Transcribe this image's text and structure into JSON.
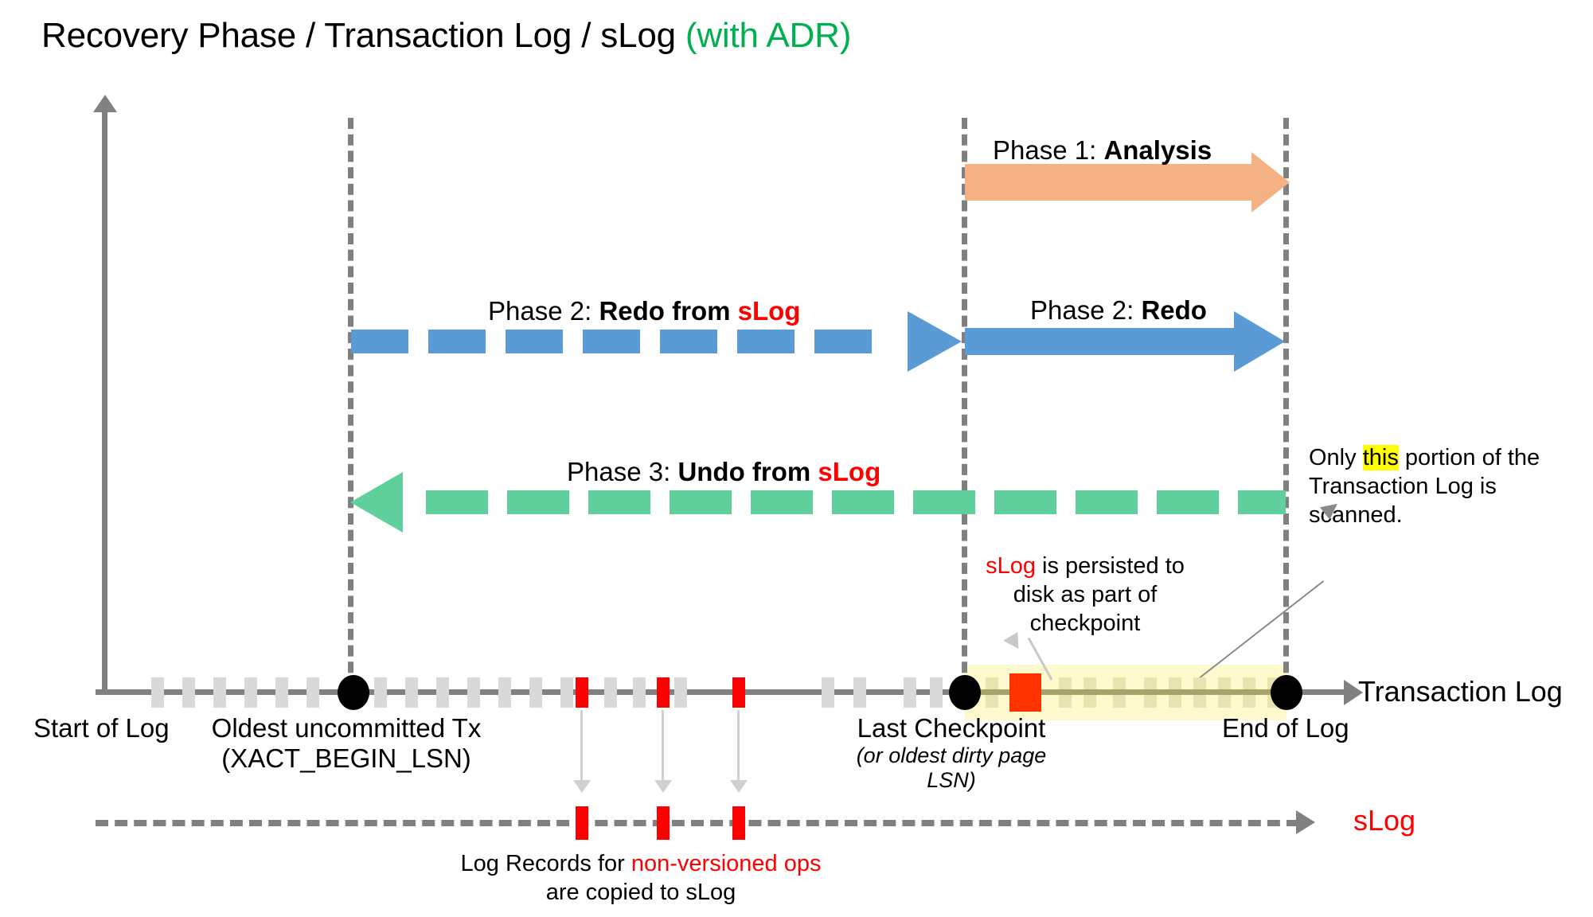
{
  "title": {
    "main": "Recovery Phase / Transaction Log / sLog ",
    "suffix": "(with ADR)"
  },
  "colors": {
    "adr_green": "#00B050",
    "analysis_orange": "#F4B183",
    "redo_blue": "#5B9BD5",
    "undo_green": "#5FCF9B",
    "slog_red": "#FF0000",
    "highlight_yellow": "#FFFACD",
    "this_highlight": "#FFFF00",
    "axis_gray": "#808080",
    "log_record_gray": "#D9D9D9"
  },
  "phases": [
    {
      "id": "analysis",
      "prefix": "Phase 1: ",
      "bold": "Analysis",
      "suffix": "",
      "style": "solid",
      "direction": "right",
      "color": "#F4B183",
      "from": "last-checkpoint",
      "to": "end-of-log"
    },
    {
      "id": "redo-from-slog",
      "prefix": "Phase 2: ",
      "bold": "Redo from ",
      "suffix": "sLog",
      "style": "dashed",
      "direction": "right",
      "color": "#5B9BD5",
      "from": "oldest-uncommitted-tx",
      "to": "last-checkpoint"
    },
    {
      "id": "redo",
      "prefix": "Phase 2: ",
      "bold": "Redo",
      "suffix": "",
      "style": "solid",
      "direction": "right",
      "color": "#5B9BD5",
      "from": "last-checkpoint",
      "to": "end-of-log"
    },
    {
      "id": "undo-from-slog",
      "prefix": "Phase 3: ",
      "bold": "Undo from ",
      "suffix": "sLog",
      "style": "dashed",
      "direction": "left",
      "color": "#5FCF9B",
      "from": "end-of-log",
      "to": "oldest-uncommitted-tx"
    }
  ],
  "axis_labels": {
    "start_of_log": "Start of Log",
    "oldest_tx_line1": "Oldest uncommitted Tx",
    "oldest_tx_line2": "(XACT_BEGIN_LSN)",
    "last_checkpoint": "Last Checkpoint",
    "last_checkpoint_sub_line1": "(or oldest dirty page",
    "last_checkpoint_sub_line2": "LSN)",
    "end_of_log": "End of Log",
    "transaction_log": "Transaction Log",
    "slog": "sLog"
  },
  "notes": {
    "checkpoint_note": {
      "red_word": "sLog",
      "line1_rest": " is persisted to",
      "line2": "disk as part of",
      "line3": "checkpoint"
    },
    "scan_note": {
      "line1_pre": "Only ",
      "line1_hl": "this",
      "line1_post": " portion of the",
      "line2": "Transaction Log is scanned."
    },
    "copy_note": {
      "line1_pre": "Log Records for ",
      "line1_red": "non-versioned ops",
      "line2": "are copied to sLog"
    }
  },
  "log_marks": {
    "gray_ticks_x": [
      190,
      229,
      268,
      307,
      346,
      385,
      470,
      509,
      548,
      587,
      626,
      665,
      704,
      782,
      856,
      928,
      1010,
      1049,
      1088,
      1127,
      1166
    ],
    "red_ticks_x": [
      723,
      819,
      900
    ],
    "band_ticks_x": [
      1240,
      1320,
      1357,
      1394,
      1440,
      1477,
      1514,
      1551,
      1590
    ],
    "big_red_tick_x": 1270,
    "node_dots_x": [
      425,
      1195,
      1600
    ]
  },
  "slog_marks": {
    "red_ticks_x": [
      723,
      819,
      900
    ]
  }
}
